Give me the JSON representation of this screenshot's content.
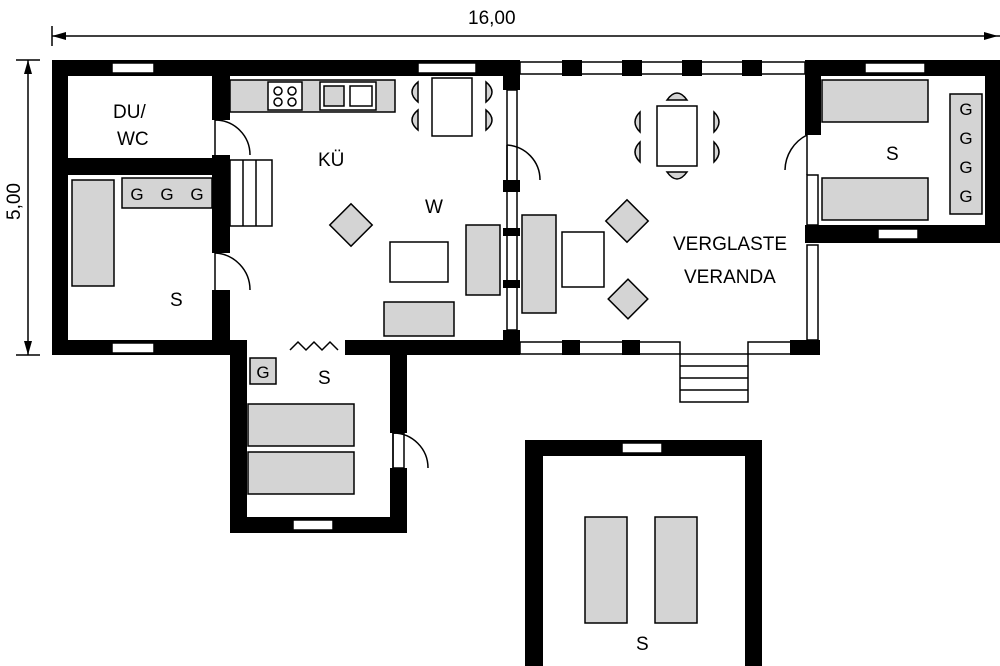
{
  "dimensions": {
    "width": "16,00",
    "depth": "5,00"
  },
  "rooms": {
    "bath_line1": "DU/",
    "bath_line2": "WC",
    "kitchen": "KÜ",
    "living": "W",
    "bedroom_left": "S",
    "bedroom_bottom": "S",
    "bedroom_right": "S",
    "bedroom_annex": "S",
    "veranda_line1": "VERGLASTE",
    "veranda_line2": "VERANDA"
  },
  "storage_labels": [
    "G",
    "G",
    "G",
    "G",
    "G",
    "G",
    "G",
    "G"
  ]
}
